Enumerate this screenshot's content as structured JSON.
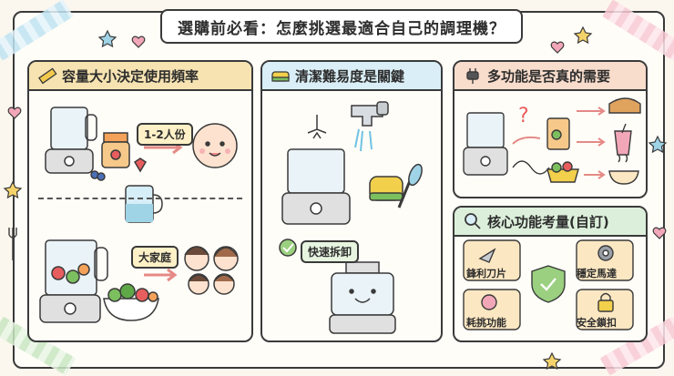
{
  "title": "選購前必看：怎麼挑選最適合自己的調理機？",
  "sections": {
    "capacity": {
      "heading": "容量大小決定使用頻率",
      "icon": "ruler-icon",
      "small_label": "1-2人份",
      "large_label": "大家庭"
    },
    "cleaning": {
      "heading": "清潔難易度是關鍵",
      "icon": "sponge-icon",
      "quick_label": "快速拆卸"
    },
    "multi": {
      "heading": "多功能是否真的需要",
      "icon": "plug-icon"
    },
    "core": {
      "heading": "核心功能考量(自訂)",
      "icon": "magnifier-icon",
      "features": [
        "鋒利刀片",
        "穩定馬達",
        "耗挑功能",
        "安全鎖扣"
      ]
    }
  },
  "colors": {
    "capacity_header": "#f6e3b1",
    "cleaning_header": "#d9eef6",
    "multi_header": "#f8dccc",
    "core_header": "#dcefdb",
    "outline": "#3a3a3a",
    "arrow": "#e58a86"
  }
}
